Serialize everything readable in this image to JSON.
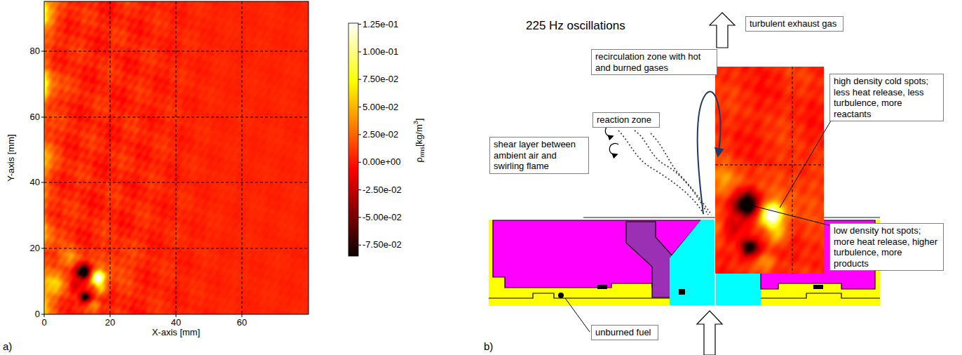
{
  "diagram": {
    "nodes": [
      {
        "text": [
          "turbulent exhaust gas"
        ]
      },
      {
        "text": [
          "recirculation zone with hot and burned gases"
        ]
      },
      {
        "text": [
          "reaction zone"
        ]
      },
      {
        "text": [
          "shear layer between ambient air and swirling flame"
        ]
      },
      {
        "text": [
          "high density cold spots; less heat release, less turbulence, more reactants"
        ]
      },
      {
        "text": [
          "low density hot spots; more heat release, higher turbulence, more products"
        ]
      },
      {
        "text": [
          "unburned fuel"
        ]
      }
    ],
    "labels": [
      "Y-axis [mm]",
      "X-axis [mm]",
      "0",
      "20",
      "40",
      "60",
      "80",
      "0",
      "20",
      "40",
      "60",
      "1.25e-01",
      "1.00e-01",
      "7.50e-02",
      "5.00e-02",
      "2.50e-02",
      "0.00e+00",
      "-2.50e-02",
      "-5.00e-02",
      "-7.50e-02",
      "ρ",
      "rms",
      "[kg/m",
      "3",
      "]",
      "a)",
      "b)",
      "225 Hz oscillations"
    ]
  }
}
